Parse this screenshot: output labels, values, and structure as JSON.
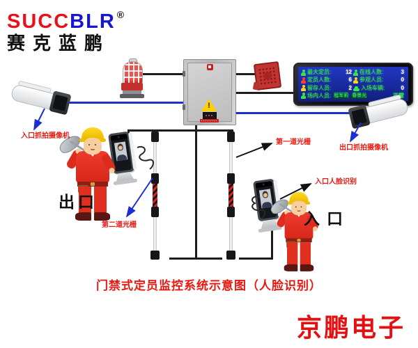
{
  "logo": {
    "part1": "SUCC",
    "part2": "BLR",
    "registered": "®",
    "subtitle": "赛克蓝鹏"
  },
  "led_display": {
    "rows": [
      {
        "left_icon": "person-green",
        "left_label": "最大定员:",
        "left_value": "12",
        "right_icon": "person-green",
        "right_label": "在线人数:",
        "right_value": "3"
      },
      {
        "left_icon": "person-red",
        "left_label": "定员人数:",
        "left_value": "6",
        "right_icon": "person-yellow",
        "right_label": "参观人员:",
        "right_value": "0"
      },
      {
        "left_icon": "person-yellow",
        "left_label": "留存人员:",
        "left_value": "2",
        "right_icon": "car-green",
        "right_label": "入场车辆:",
        "right_value": "0"
      }
    ],
    "bottom_row": {
      "icon": "person-green",
      "label": "场内人员:",
      "names": [
        "程军莉",
        "春景光"
      ],
      "status": "正常"
    }
  },
  "annotations": {
    "entrance_camera": "入口抓拍摄像机",
    "exit_camera": "出口抓拍摄像机",
    "first_light_grating": "第一道光栅",
    "second_light_grating": "第二道光栅",
    "entrance_face_recognition": "入口人脸识别",
    "exit_label": "出口",
    "entrance_label": "入口"
  },
  "caption": "门禁式定员监控系统示意图（人脸识别）",
  "watermark": "京鹏电子",
  "colors": {
    "logo_red": "#e8111a",
    "logo_blue": "#1515d3",
    "wire_black": "#1c1c1c",
    "wire_blue": "#1b2fd0",
    "led_screen_blue": "#1a2aa6",
    "led_green": "#35e84a",
    "led_yellow": "#ffd21c",
    "led_red": "#ff4030",
    "annotation_red": "#e8180f",
    "grating_stripe_red": "#d42222"
  }
}
